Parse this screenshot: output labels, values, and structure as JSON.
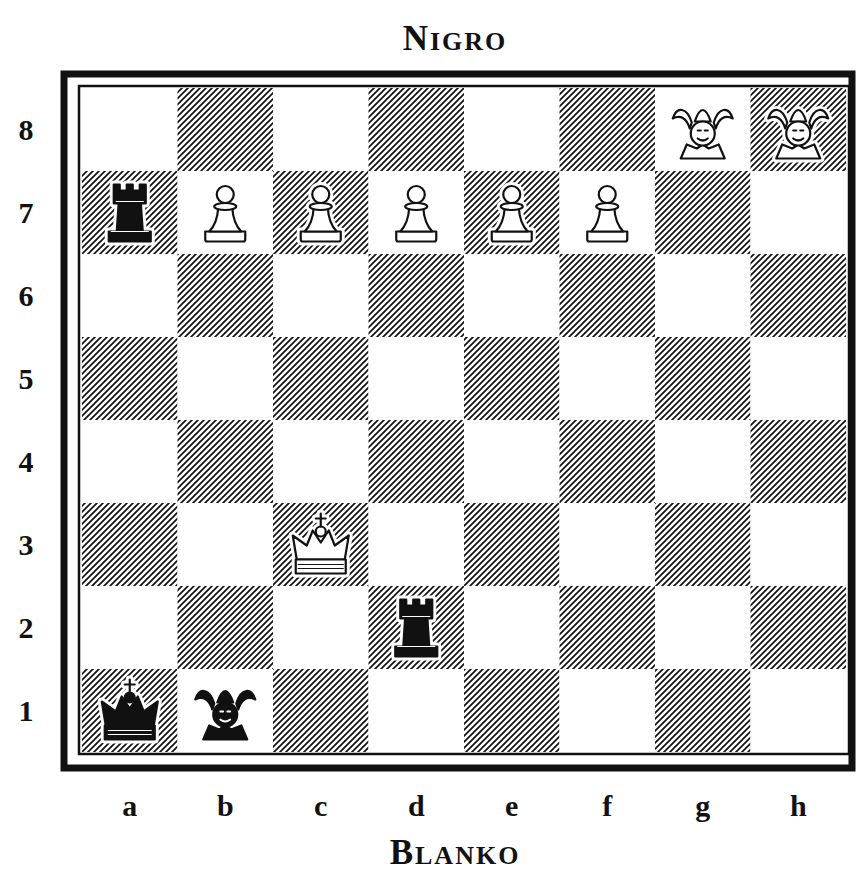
{
  "diagram": {
    "labels": [
      "NIGRO",
      "8",
      "7",
      "6",
      "5",
      "4",
      "3",
      "2",
      "1",
      "a",
      "b",
      "c",
      "d",
      "e",
      "f",
      "g",
      "h",
      "BLANKO"
    ]
  }
}
